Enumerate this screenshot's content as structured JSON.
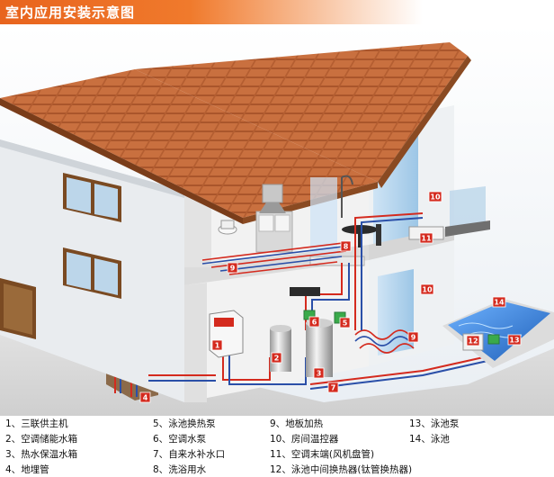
{
  "title": "室内应用安装示意图",
  "tags": [
    "1",
    "2",
    "3",
    "4",
    "5",
    "6",
    "7",
    "8",
    "9",
    "9",
    "10",
    "10",
    "11",
    "12",
    "13",
    "14"
  ],
  "legend": [
    {
      "num": "1、",
      "label": "三联供主机"
    },
    {
      "num": "2、",
      "label": "空调储能水箱"
    },
    {
      "num": "3、",
      "label": "热水保温水箱"
    },
    {
      "num": "4、",
      "label": "地埋管"
    },
    {
      "num": "5、",
      "label": "泳池换热泵"
    },
    {
      "num": "6、",
      "label": "空调水泵"
    },
    {
      "num": "7、",
      "label": "自来水补水口"
    },
    {
      "num": "8、",
      "label": "洗浴用水"
    },
    {
      "num": "9、",
      "label": "地板加热"
    },
    {
      "num": "10、",
      "label": "房间温控器"
    },
    {
      "num": "11、",
      "label": "空调末端(风机盘管)"
    },
    {
      "num": "12、",
      "label": "泳池中间换热器(钛管换热器)"
    },
    {
      "num": "13、",
      "label": "泳池泵"
    },
    {
      "num": "14、",
      "label": "泳池"
    }
  ],
  "colors": {
    "header": "#e8641e",
    "tag": "#d42a1e",
    "hot_pipe": "#d42a1e",
    "cold_pipe": "#2a4fa8",
    "roof": "#c56a3c",
    "pool": "#2f7fd6"
  }
}
